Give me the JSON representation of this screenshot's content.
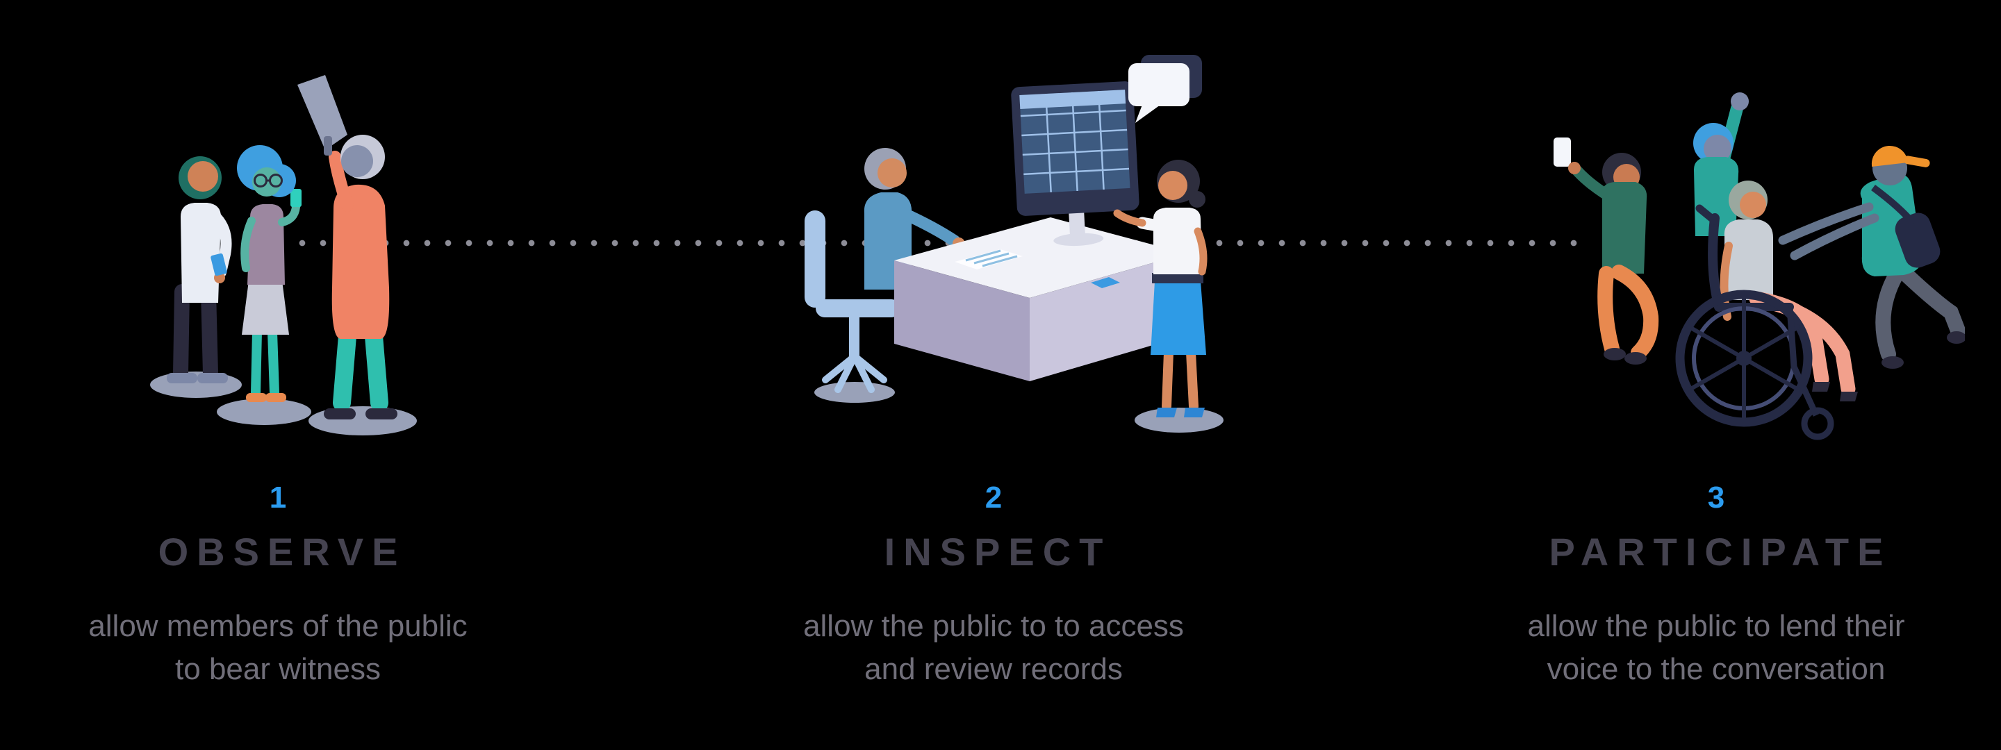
{
  "page": {
    "background": "#000000",
    "kind": "three-step process infographic"
  },
  "colors": {
    "background": "#000000",
    "accent_blue": "#2b9cf0",
    "title": "#454350",
    "description": "#716f7a",
    "dots": "#8d8d97"
  },
  "connector": {
    "type": "dotted-line"
  },
  "steps": [
    {
      "number": "1",
      "title": "OBSERVE",
      "desc_line1": "allow members of the public",
      "desc_line2": "to bear witness",
      "illustration": "people-group-with-megaphone"
    },
    {
      "number": "2",
      "title": "INSPECT",
      "desc_line1": "allow the public to to access",
      "desc_line2": "and review records",
      "illustration": "clerk-at-desk-with-records-and-visitor"
    },
    {
      "number": "3",
      "title": "PARTICIPATE",
      "desc_line1": "allow the public to lend their",
      "desc_line2": "voice to the conversation",
      "illustration": "diverse-group-with-wheelchair-user"
    }
  ]
}
